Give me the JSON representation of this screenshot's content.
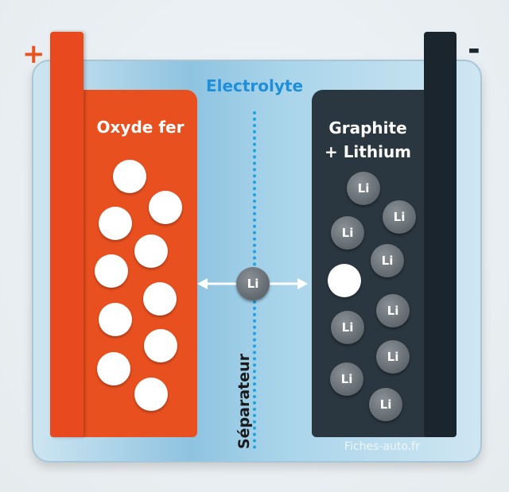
{
  "title": "Electrolyte",
  "positive_sign": "+",
  "negative_sign": "-",
  "cathode_label": "Oxyde fer",
  "anode_label_line1": "Graphite",
  "anode_label_line2": "+ Lithium",
  "separator_label": "Séparateur",
  "ion_label": "Li",
  "watermark": "Fiches-auto.fr",
  "colors": {
    "cathode": "#e9501f",
    "anode": "#2a3640",
    "electrolyte": "#8ec3e0",
    "accent": "#1e8fd8"
  }
}
